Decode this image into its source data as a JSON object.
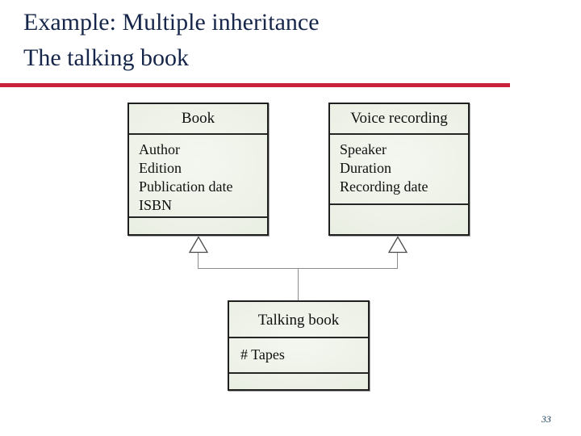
{
  "title": {
    "line1": "Example: Multiple inheritance",
    "line2": "The talking book"
  },
  "diagram": {
    "type": "uml-class-diagram",
    "classes": [
      {
        "name": "Book",
        "attributes": [
          "Author",
          "Edition",
          "Publication date",
          "ISBN"
        ],
        "methods": []
      },
      {
        "name": "Voice recording",
        "attributes": [
          "Speaker",
          "Duration",
          "Recording date"
        ],
        "methods": []
      },
      {
        "name": "Talking book",
        "attributes": [
          "# Tapes"
        ],
        "methods": []
      }
    ],
    "icons": {
      "inheritance_triangle": "hollow-triangle-up"
    }
  },
  "page_number": "33",
  "colors": {
    "title_text": "#16264a",
    "title_rule": "#c92139",
    "box_fill": "#e8ede1",
    "box_border": "#1f1f1f",
    "connector": "#8c8c8c",
    "class_text": "#101010",
    "page_number": "#17405a"
  }
}
